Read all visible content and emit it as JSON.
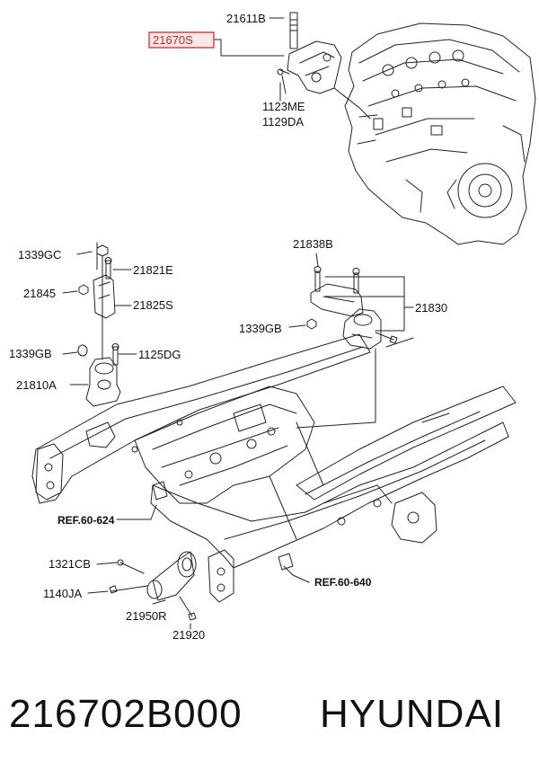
{
  "labels": {
    "p21611B": "21611B",
    "p21670S": "21670S",
    "p1123ME": "1123ME",
    "p1129DA": "1129DA",
    "p1339GC": "1339GC",
    "p21821E": "21821E",
    "p21845": "21845",
    "p21825S": "21825S",
    "p1339GB_left": "1339GB",
    "p1125DG": "1125DG",
    "p21810A": "21810A",
    "p21838B": "21838B",
    "p21830": "21830",
    "p1339GB_right": "1339GB",
    "ref60624": "REF.60-624",
    "ref60640": "REF.60-640",
    "p1321CB": "1321CB",
    "p1140JA": "1140JA",
    "p21950R": "21950R",
    "p21920": "21920"
  },
  "footer": {
    "part_number": "216702B000",
    "brand": "HYUNDAI"
  },
  "colors": {
    "highlight": "#d21f26",
    "line": "#222222"
  }
}
